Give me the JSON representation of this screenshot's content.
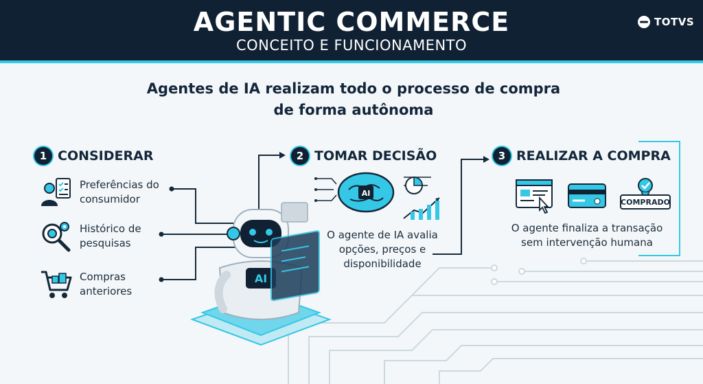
{
  "header": {
    "title": "AGENTIC COMMERCE",
    "subtitle": "CONCEITO E FUNCIONAMENTO",
    "logo_text": "TOTVS"
  },
  "headline": {
    "line1": "Agentes de IA realizam todo o processo de compra",
    "line2": "de forma autônoma"
  },
  "steps": [
    {
      "number": "1",
      "title": "CONSIDERAR",
      "items": [
        {
          "line1": "Preferências do",
          "line2": "consumidor",
          "icon": "consumer-checklist-icon"
        },
        {
          "line1": "Histórico de",
          "line2": "pesquisas",
          "icon": "search-history-icon"
        },
        {
          "line1": "Compras",
          "line2": "anteriores",
          "icon": "shopping-cart-icon"
        }
      ]
    },
    {
      "number": "2",
      "title": "TOMAR DECISÃO",
      "desc": [
        "O agente de IA avalia",
        "opções, preços e",
        "disponibilidade"
      ],
      "brain_label": "AI"
    },
    {
      "number": "3",
      "title": "REALIZAR A COMPRA",
      "desc": [
        "O agente finaliza a transação",
        "sem intervenção humana"
      ],
      "badge": "COMPRADO"
    }
  ],
  "robot": {
    "chest_label": "AI"
  },
  "colors": {
    "navy": "#0f2133",
    "cyan": "#35c7e6",
    "background": "#f3f7f9",
    "circuit": "#c9d5dc"
  }
}
